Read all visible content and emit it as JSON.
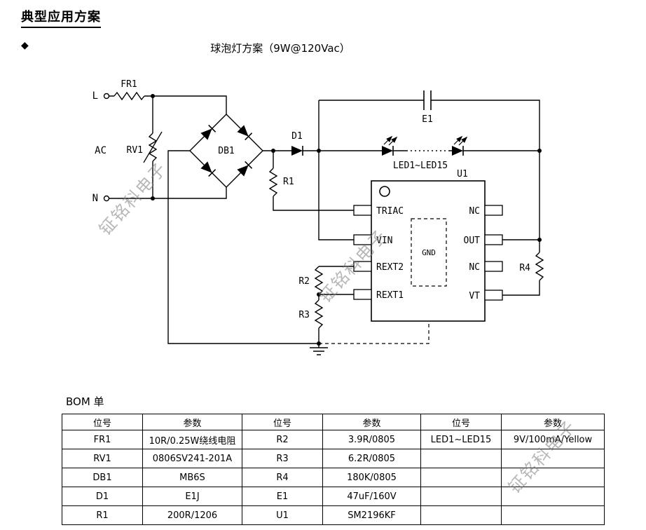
{
  "page": {
    "title": "典型应用方案",
    "bullet": "◆",
    "subtitle": "球泡灯方案（9W@120Vac）"
  },
  "watermark": {
    "text": "钲铭科电子"
  },
  "schematic": {
    "terminals": {
      "l": "L",
      "ac": "AC",
      "n": "N"
    },
    "components": {
      "fr1": "FR1",
      "rv1": "RV1",
      "db1": "DB1",
      "d1": "D1",
      "r1": "R1",
      "e1": "E1",
      "led_string": "LED1~LED15",
      "u1": "U1",
      "r2": "R2",
      "r3": "R3",
      "r4": "R4"
    },
    "chip_pins": {
      "left": [
        "TRIAC",
        "VIN",
        "REXT2",
        "REXT1"
      ],
      "right": [
        "NC",
        "OUT",
        "NC",
        "VT"
      ],
      "gnd": "GND"
    }
  },
  "bom": {
    "label": "BOM 单",
    "headers": [
      "位号",
      "参数",
      "位号",
      "参数",
      "位号",
      "参数"
    ],
    "rows": [
      [
        "FR1",
        "10R/0.25W绕线电阻",
        "R2",
        "3.9R/0805",
        "LED1~LED15",
        "9V/100mA/Yellow"
      ],
      [
        "RV1",
        "0806SV241-201A",
        "R3",
        "6.2R/0805",
        "",
        ""
      ],
      [
        "DB1",
        "MB6S",
        "R4",
        "180K/0805",
        "",
        ""
      ],
      [
        "D1",
        "E1J",
        "E1",
        "47uF/160V",
        "",
        ""
      ],
      [
        "R1",
        "200R/1206",
        "U1",
        "SM2196KF",
        "",
        ""
      ]
    ]
  }
}
